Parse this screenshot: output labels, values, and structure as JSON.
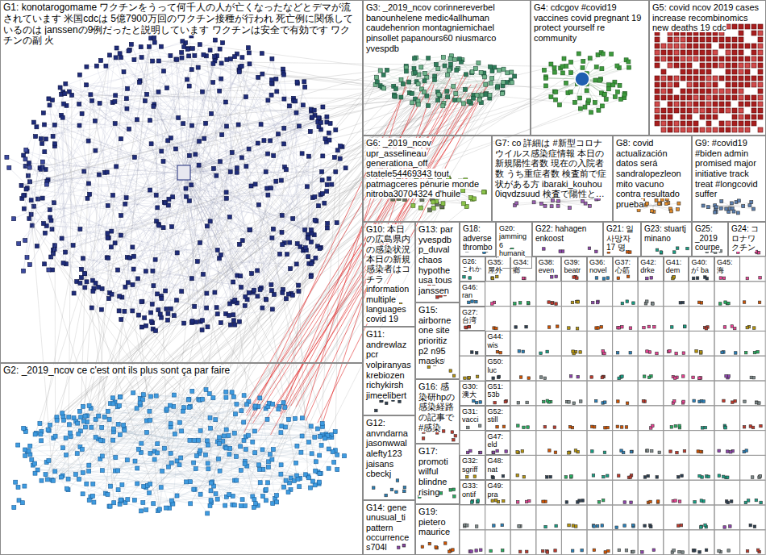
{
  "diagram": {
    "nodes": [
      {
        "text": [
          "G1: konotarogomame ワクチンをうって何千人の人が亡くなったなどとデマが流されています 米国cdcは 5億7900万回のワクチン接種が行われ 死亡例に関係しているのは janssenの9例だったと説明しています ワクチンは安全で有効です ワクチンの副 火"
        ]
      },
      {
        "text": [
          "G2: _2019_ncov ce c'est ont ils plus sont ça par faire"
        ]
      },
      {
        "text": [
          "G3: _2019_ncov corinnereverbel banounhelene medic4allhuman caudehenrion montagniemichael pinsollet papanours60 niusmarco yvespdb"
        ]
      },
      {
        "text": [
          "G4: cdcgov #covid19 vaccines covid pregnant 19 protect yourself re community"
        ]
      },
      {
        "text": [
          "G5: covid ncov 2019 cases increase recombinomics new deaths 19 cdc"
        ]
      },
      {
        "text": [
          "G6: _2019_ncov upr_asselineau generationa_off statele54469343 tout patmagceres pénurie monde nitroba30704324 d'huile"
        ]
      },
      {
        "text": [
          "G7: co 詳細は #新型コロナウイルス感染症情報 本日の新規陽性者数 現在の入院者数 うち重症者数 検査前で症状がある方 ibaraki_kouhou 0iqvdzsuud 検査で陽性と…"
        ]
      },
      {
        "text": [
          "G8: covid actualización datos será sandralopezleon mito vacuno contra resultado prueba"
        ]
      },
      {
        "text": [
          "G9: #covid19 #biden admin promised major initiative track treat #longcovid suffer"
        ]
      },
      {
        "text": [
          "G10: 本日の広島県内の感染状況 本日の新規感染者はコチラ information multiple languages covid 19"
        ]
      },
      {
        "text": [
          "G13: par yvespdb p_duval chaos hypothe usa tous janssen"
        ]
      },
      {
        "text": [
          "G18: adverse thrombo"
        ]
      },
      {
        "text": [
          "G20: jamming6 humanita"
        ]
      },
      {
        "text": [
          "G22: hahagen enkoost"
        ]
      },
      {
        "text": [
          "G21: 일 사망자 17 명"
        ]
      },
      {
        "text": [
          "G23: stuartj minano"
        ]
      },
      {
        "text": [
          "G25: _2019 courpe"
        ]
      },
      {
        "text": [
          "G24: コロナワクチン"
        ]
      },
      {
        "text": [
          "G11: andrewlaz pcr volpiranyas krebiozen richykirsh jimeelibert"
        ]
      },
      {
        "text": [
          "G15: airborne one site prioritiz p2 n95 masks"
        ]
      },
      {
        "text": [
          "G16: 感染研hpの感染経路の記事で #感染"
        ]
      },
      {
        "text": [
          "G12: anvndarna jasonwwal alefty123 jaisans cbeckj"
        ]
      },
      {
        "text": [
          "G17: promoti wilful blindne rising"
        ]
      },
      {
        "text": [
          "G14: gene unusual_ti pattern occurrence s704l"
        ]
      },
      {
        "text": [
          "G19: pietero maurice"
        ]
      },
      {
        "text": [
          "G26: これか"
        ]
      },
      {
        "text": [
          "G35: 屋外"
        ]
      },
      {
        "text": [
          "G34: 鄉"
        ]
      },
      {
        "text": [
          "G38: even"
        ]
      },
      {
        "text": [
          "G39: beatr"
        ]
      },
      {
        "text": [
          "G36: novel"
        ]
      },
      {
        "text": [
          "G37: 心筋"
        ]
      },
      {
        "text": [
          "G42: drke"
        ]
      },
      {
        "text": [
          "G41: dem"
        ]
      },
      {
        "text": [
          "G40: が ba"
        ]
      },
      {
        "text": [
          "G45: 海"
        ]
      },
      {
        "text": [
          "G46: ran"
        ]
      },
      {
        "text": [
          "G27: 台湾"
        ]
      },
      {
        "text": [
          "G44: wis"
        ]
      },
      {
        "text": [
          "G50: luc"
        ]
      },
      {
        "text": [
          "G30: 澳大"
        ]
      },
      {
        "text": [
          "G51: 53b"
        ]
      },
      {
        "text": [
          "G31: vacci"
        ]
      },
      {
        "text": [
          "G52: still"
        ]
      },
      {
        "text": [
          "G47: eld"
        ]
      },
      {
        "text": [
          "G32: sgriff"
        ]
      },
      {
        "text": [
          "G48: nat"
        ]
      },
      {
        "text": [
          "G33: ontif"
        ]
      },
      {
        "text": [
          "G49: pra"
        ]
      }
    ]
  }
}
